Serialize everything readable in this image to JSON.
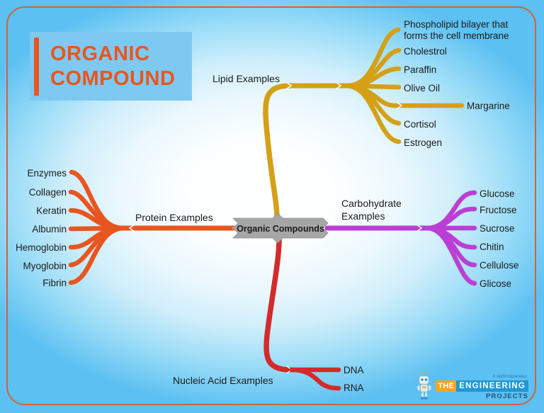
{
  "title": {
    "line1": "ORGANIC",
    "line2": "COMPOUND",
    "accent_color": "#e8561f",
    "panel_color": "#7ec9f2"
  },
  "center": {
    "label": "Organic Compounds",
    "box_color": "#a6a6a6"
  },
  "branches": [
    {
      "id": "lipid",
      "label": "Lipid Examples",
      "color": "#d4a017",
      "items": [
        "Phospholipid bilayer that",
        "Cholestrol",
        "Paraffin",
        "Olive Oil",
        "Margarine",
        "Cortisol",
        "Estrogen"
      ],
      "item_line2": "forms the cell membrane"
    },
    {
      "id": "protein",
      "label": "Protein Examples",
      "color": "#e8561f",
      "items": [
        "Enzymes",
        "Collagen",
        "Keratin",
        "Albumin",
        "Hemoglobin",
        "Myoglobin",
        "Fibrin"
      ]
    },
    {
      "id": "carbohydrate",
      "label_line1": "Carbohydrate",
      "label_line2": "Examples",
      "color": "#bb3fd4",
      "items": [
        "Glucose",
        "Fructose",
        "Sucrose",
        "Chitin",
        "Cellulose",
        "Glicose"
      ]
    },
    {
      "id": "nucleic-acid",
      "label": "Nucleic Acid Examples",
      "color": "#d32b2b",
      "items": [
        "DNA",
        "RNA"
      ]
    }
  ],
  "logo": {
    "tagline": "# technopreneur",
    "the": "THE",
    "engineering": "ENGINEERING",
    "projects": "PROJECTS"
  },
  "chart_data": {
    "type": "diagram",
    "diagram_type": "mind-map",
    "root": "Organic Compounds",
    "nodes": [
      {
        "branch": "Lipid Examples",
        "color": "#d4a017",
        "direction": "up-right",
        "leaves": [
          "Phospholipid bilayer that forms the cell membrane",
          "Cholestrol",
          "Paraffin",
          "Olive Oil",
          "Margarine",
          "Cortisol",
          "Estrogen"
        ]
      },
      {
        "branch": "Protein Examples",
        "color": "#e8561f",
        "direction": "left",
        "leaves": [
          "Enzymes",
          "Collagen",
          "Keratin",
          "Albumin",
          "Hemoglobin",
          "Myoglobin",
          "Fibrin"
        ]
      },
      {
        "branch": "Carbohydrate Examples",
        "color": "#bb3fd4",
        "direction": "right",
        "leaves": [
          "Glucose",
          "Fructose",
          "Sucrose",
          "Chitin",
          "Cellulose",
          "Glicose"
        ]
      },
      {
        "branch": "Nucleic Acid Examples",
        "color": "#d32b2b",
        "direction": "down-right",
        "leaves": [
          "DNA",
          "RNA"
        ]
      }
    ]
  }
}
